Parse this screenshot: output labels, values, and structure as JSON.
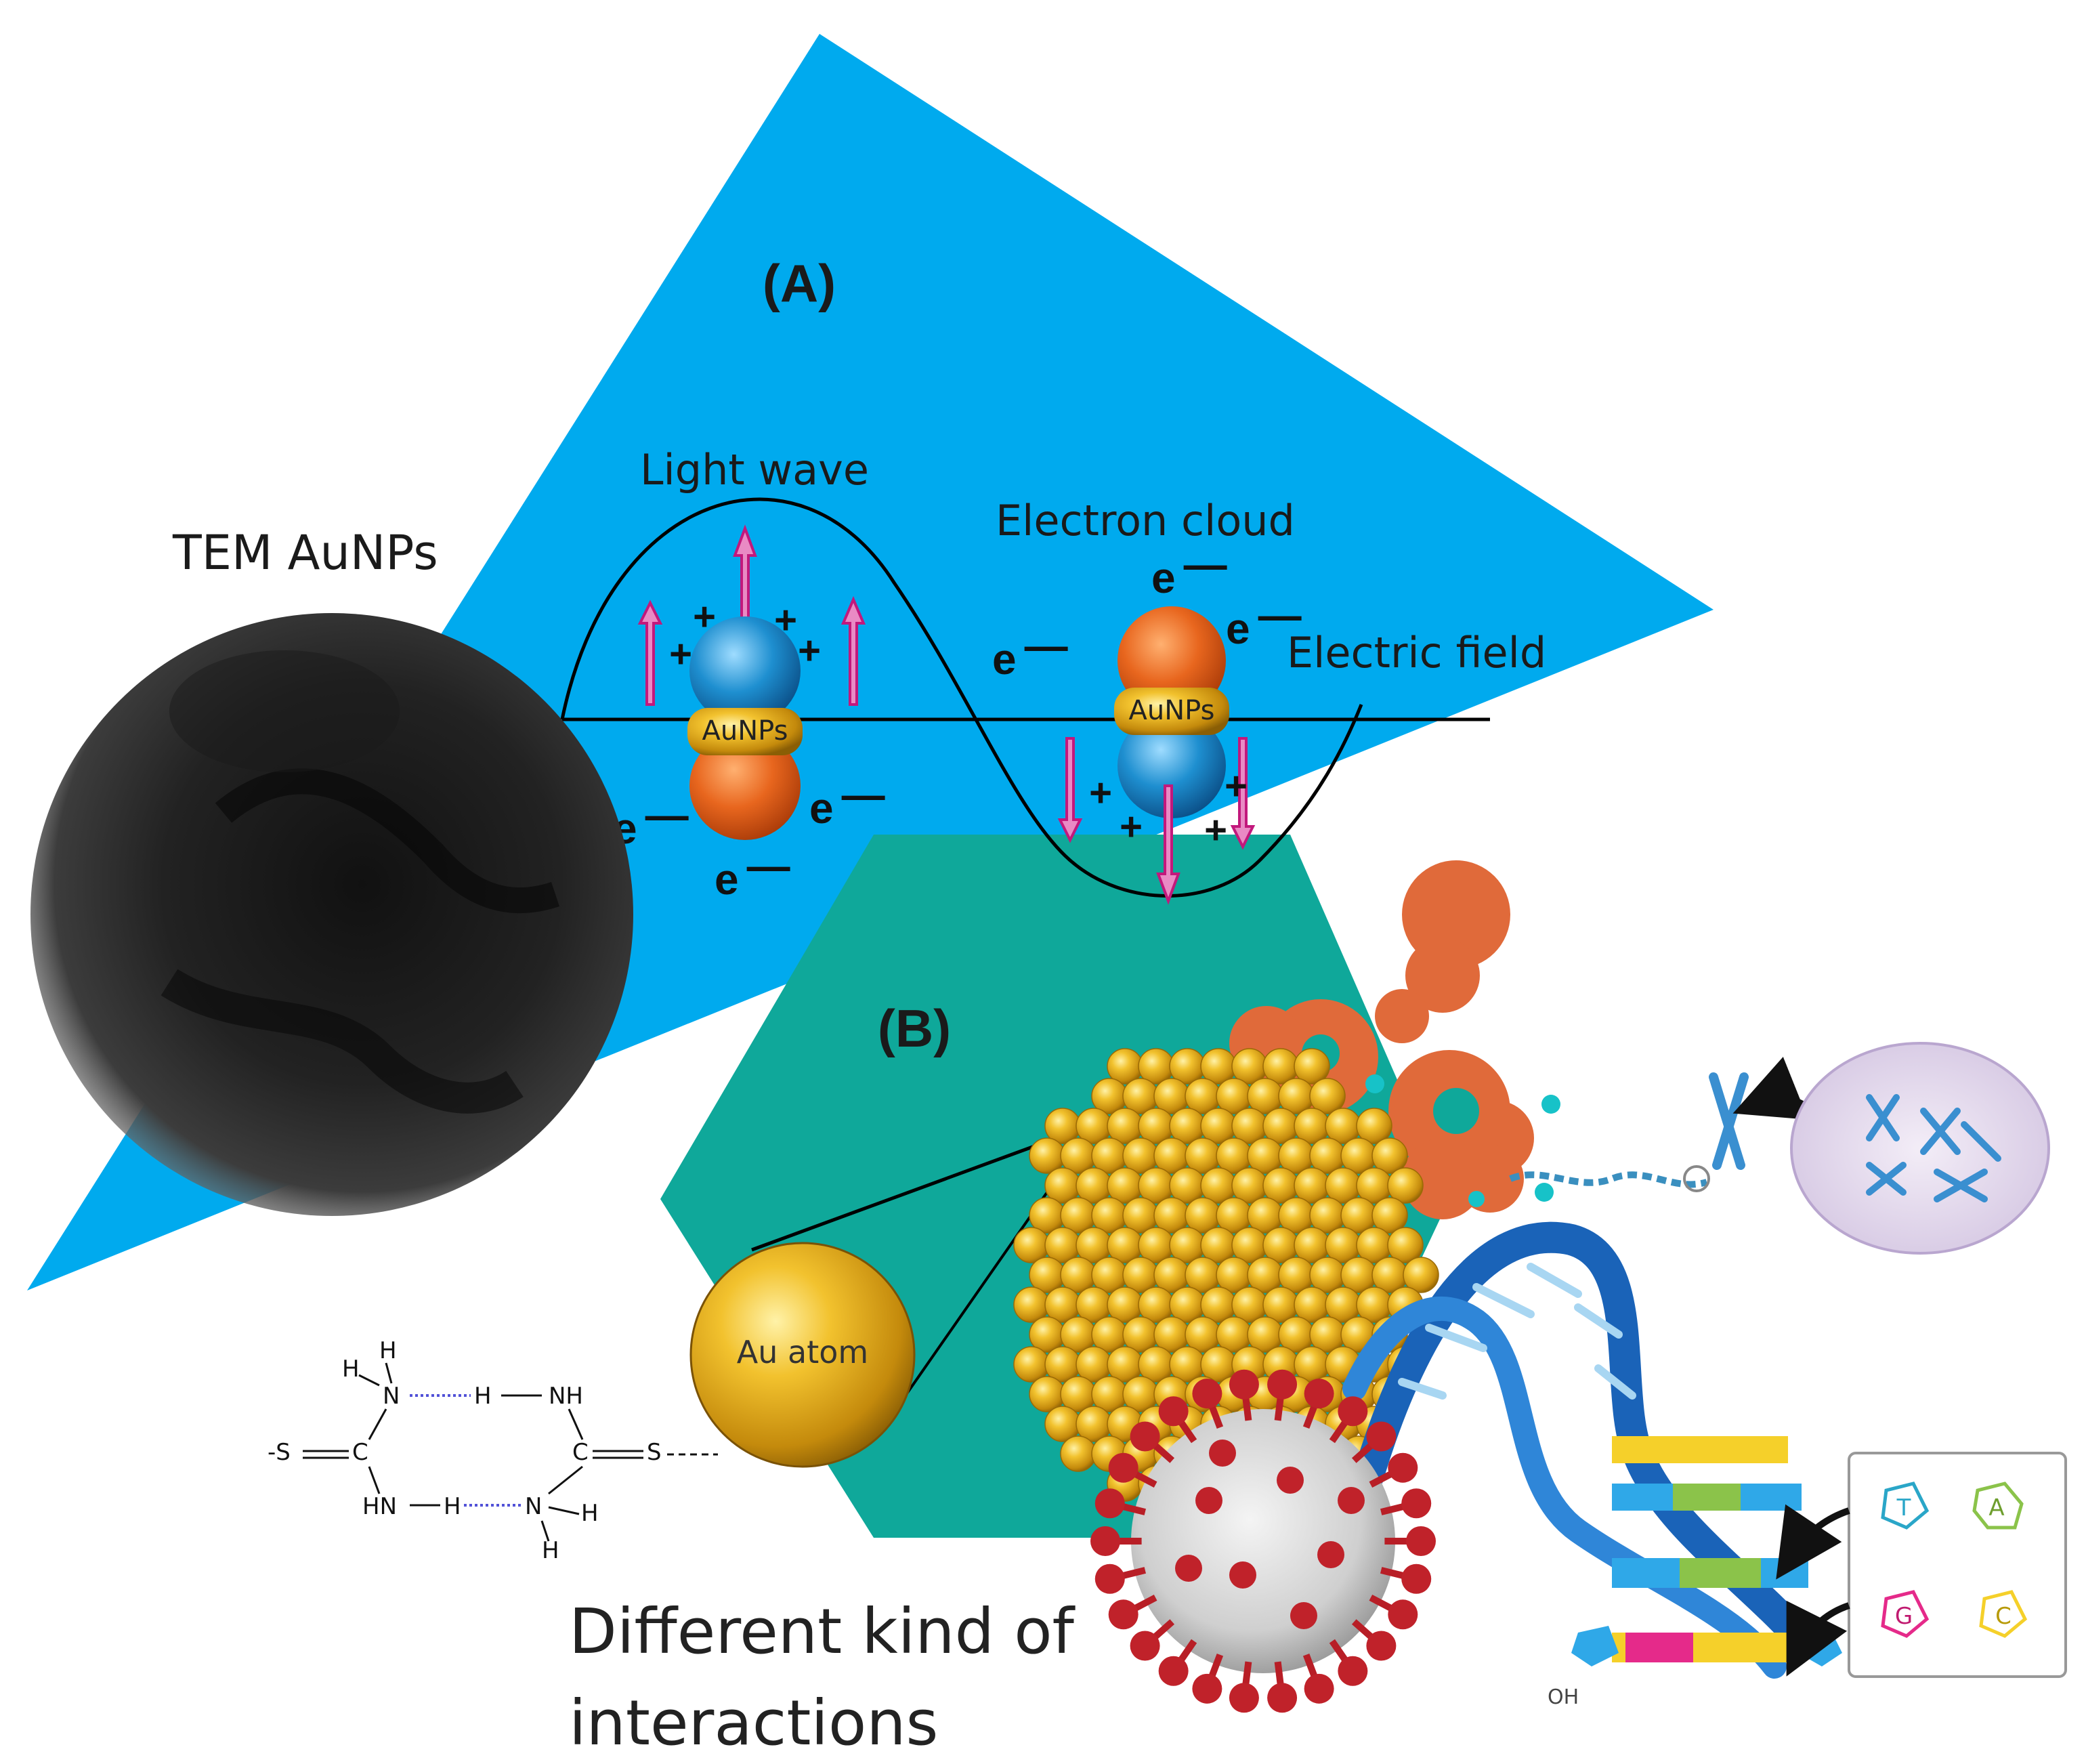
{
  "panel_a": {
    "label": "(A)",
    "light_wave_label": "Light wave",
    "electron_cloud_label": "Electron cloud",
    "electric_field_label": "Electric field",
    "particle_label": "AuNPs",
    "electron_symbol": "e",
    "charge_symbol": "+"
  },
  "tem": {
    "label": "TEM AuNPs"
  },
  "panel_b": {
    "label": "(B)",
    "atom_label": "Au atom",
    "caption_line1": "Different kind of",
    "caption_line2": "interactions"
  },
  "chem": {
    "h": "H",
    "n": "N",
    "nh": "NH",
    "hn": "HN",
    "c": "C",
    "s": "S",
    "s_left": "-S",
    "oh": "OH"
  },
  "bases": {
    "t": "T",
    "a": "A",
    "g": "G",
    "c": "C"
  },
  "colors": {
    "panel_a_fill": "#00AAEE",
    "panel_b_fill": "#0FA89A",
    "gold": "#E8B21A",
    "orange": "#E8661E",
    "blue_lobe": "#1E8FD0",
    "virus_red": "#C0222A",
    "dna_blue": "#1A63B8"
  }
}
